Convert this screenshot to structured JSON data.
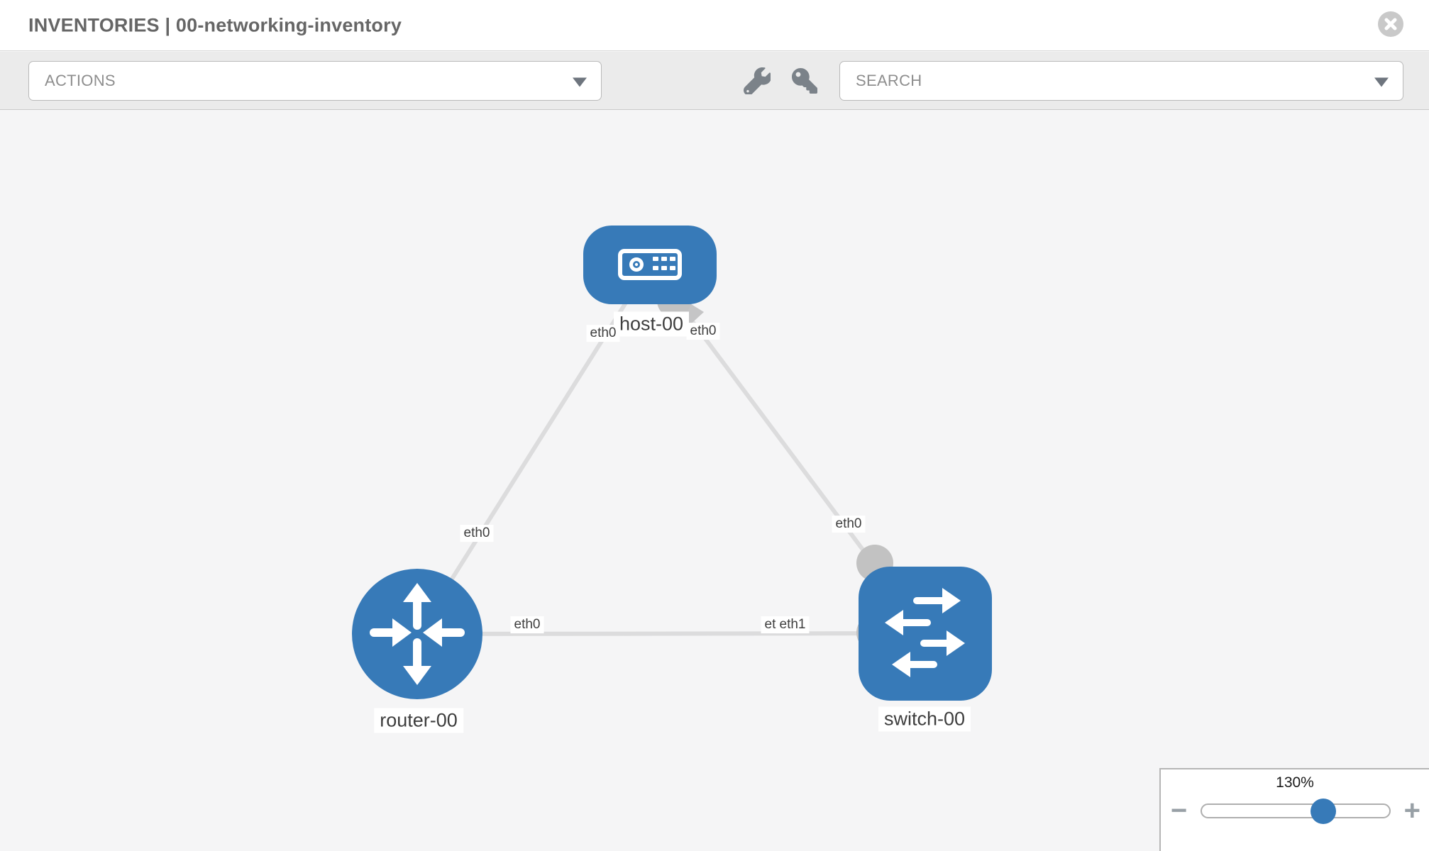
{
  "header": {
    "title": "INVENTORIES | 00-networking-inventory"
  },
  "toolbar": {
    "actions_label": "ACTIONS",
    "search_placeholder": "SEARCH",
    "icons": [
      "wrench-icon",
      "key-icon"
    ]
  },
  "topology": {
    "nodes": [
      {
        "id": "host-00",
        "type": "host",
        "label": "host-00"
      },
      {
        "id": "router-00",
        "type": "router",
        "label": "router-00"
      },
      {
        "id": "switch-00",
        "type": "switch",
        "label": "switch-00"
      }
    ],
    "edges": [
      {
        "from": "host-00",
        "from_interface": "eth0",
        "to": "router-00",
        "to_interface": "eth0"
      },
      {
        "from": "host-00",
        "from_interface": "eth0",
        "to": "switch-00",
        "to_interface": "eth0"
      },
      {
        "from": "router-00",
        "from_interface": "eth0",
        "to": "switch-00",
        "to_interface": "eth1"
      }
    ],
    "interface_labels": [
      "eth0",
      "eth0",
      "eth0",
      "eth0",
      "eth0",
      "eth0",
      "eth1"
    ]
  },
  "zoom_control": {
    "level": "130%",
    "minus_label": "−",
    "plus_label": "+"
  },
  "colors": {
    "node_blue": "#377ab8",
    "canvas_bg": "#f5f5f6",
    "toolbar_bg": "#ebebeb",
    "edge_gray": "#dcdcdd",
    "interface_dot": "#c2c2c2",
    "icon_gray": "#7b8289"
  }
}
